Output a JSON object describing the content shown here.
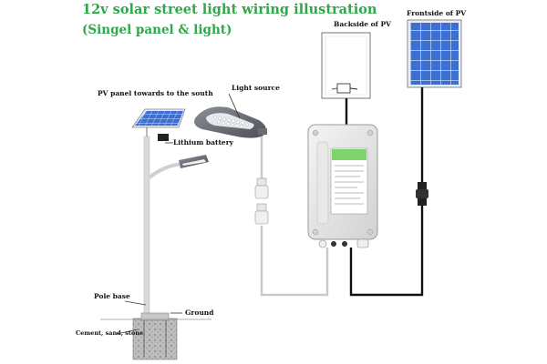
{
  "title": "12v solar street light wiring illustration",
  "subtitle": "(Singel panel & light)",
  "labels": {
    "backside_pv": "Backside of PV",
    "frontside_pv": "Frontside of PV",
    "pv_towards_south": "PV panel towards to the south",
    "light_source": "Light source",
    "lithium_battery": "Lithium battery",
    "pole_base": "Pole base",
    "ground": "Ground",
    "cement": "Cement, sand, stone"
  },
  "colors": {
    "title": "#2ea84a",
    "pv_cell": "#3d6fd0",
    "controller_label": "#7ed36a",
    "cable_light": "#c9c9c9",
    "cable_pv": "#111111",
    "pole": "#d9d9d9"
  }
}
